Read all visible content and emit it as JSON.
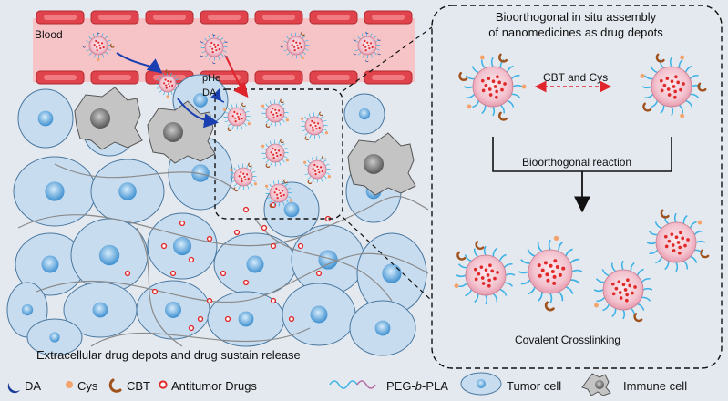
{
  "left_panel": {
    "blood_label": "Blood",
    "ph_label": "pHe",
    "da_label": "DA",
    "bottom_caption": "Extracellular drug depots and drug sustain release"
  },
  "right_panel": {
    "title_line1": "Bioorthogonal  in situ assembly",
    "title_line2": "of nanomedicines  as drug depots",
    "exchange_label": "CBT and Cys",
    "reaction_label": "Bioorthogonal reaction",
    "crosslink_label": "Covalent Crosslinking"
  },
  "legend": {
    "da": "DA",
    "cys": "Cys",
    "cbt": "CBT",
    "drugs": "Antitumor Drugs",
    "polymer_prefix": "PEG-",
    "polymer_italic": "b",
    "polymer_suffix": "-PLA",
    "tumor": "Tumor cell",
    "immune": "Immune cell"
  },
  "colors": {
    "background": "#e4e9ef",
    "vessel": "#f6c4c6",
    "rbc": "#e0434b",
    "tumor_fill": "#c8dcef",
    "immune_fill": "#c4c4c4",
    "peg_line": "#3fb2e6",
    "da": "#1a3c9a",
    "cys": "#f3a36b",
    "cbt": "#a0521d",
    "drug": "#e02a2a",
    "arrow_blue": "#1a3fb0",
    "arrow_red": "#e0242b"
  }
}
